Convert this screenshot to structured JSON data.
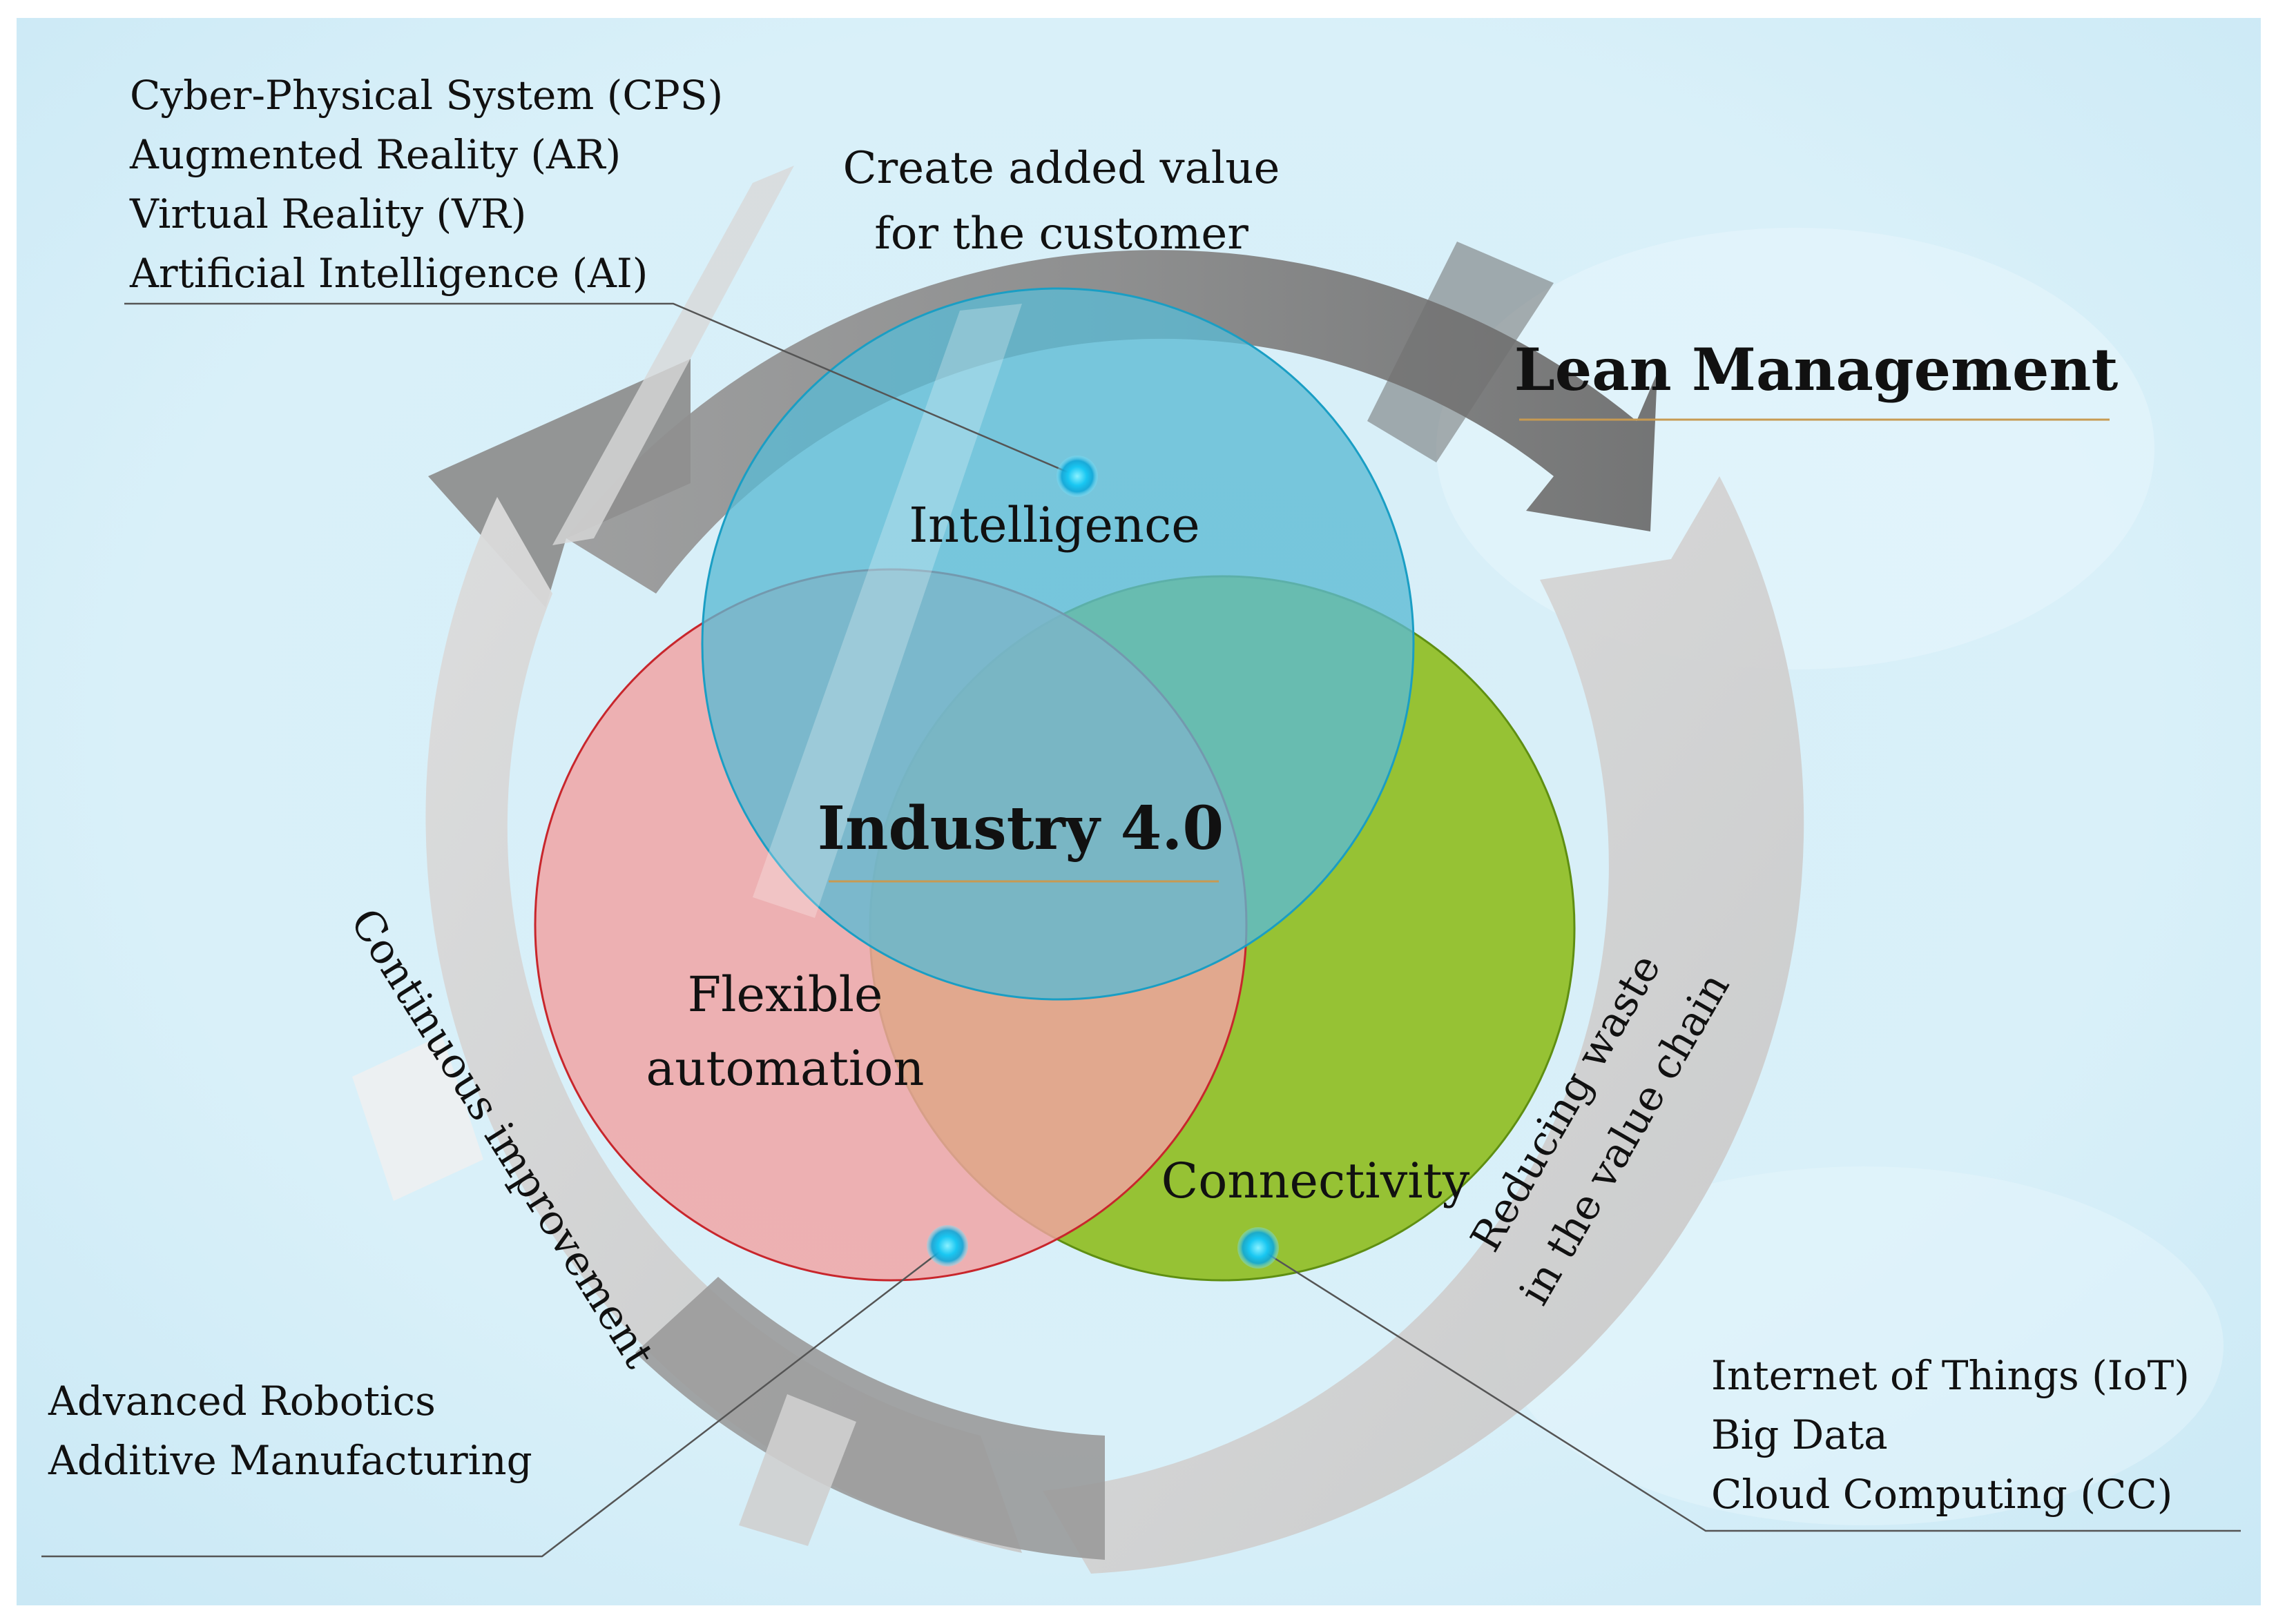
{
  "title": "Lean Management",
  "center_label": "Industry 4.0",
  "colors": {
    "intelligence": "#5bbad3",
    "flexible_automation": "#f2a2a2",
    "connectivity": "#8fbd1e",
    "arrow_dark": "#8d8d8d",
    "arrow_light": "#cfcfcf",
    "leader_line": "#555555",
    "underline": "#c79a52",
    "marker": "#19c7f2"
  },
  "circles": [
    {
      "id": "intelligence",
      "label": "Intelligence"
    },
    {
      "id": "flexible_automation",
      "label_line1": "Flexible",
      "label_line2": "automation"
    },
    {
      "id": "connectivity",
      "label": "Connectivity"
    }
  ],
  "cycle_arrows": {
    "top": {
      "line1": "Create added value",
      "line2": "for the customer"
    },
    "right": {
      "line1": "Reducing waste",
      "line2": "in the value chain"
    },
    "left": {
      "line1": "Continuous improvement"
    }
  },
  "technology_lists": {
    "intelligence": [
      "Cyber-Physical System (CPS)",
      "Augmented Reality (AR)",
      "Virtual Reality (VR)",
      "Artificial Intelligence (AI)"
    ],
    "flexible_automation": [
      "Advanced Robotics",
      "Additive Manufacturing"
    ],
    "connectivity": [
      "Internet of Things (IoT)",
      "Big Data",
      "Cloud Computing (CC)"
    ]
  }
}
